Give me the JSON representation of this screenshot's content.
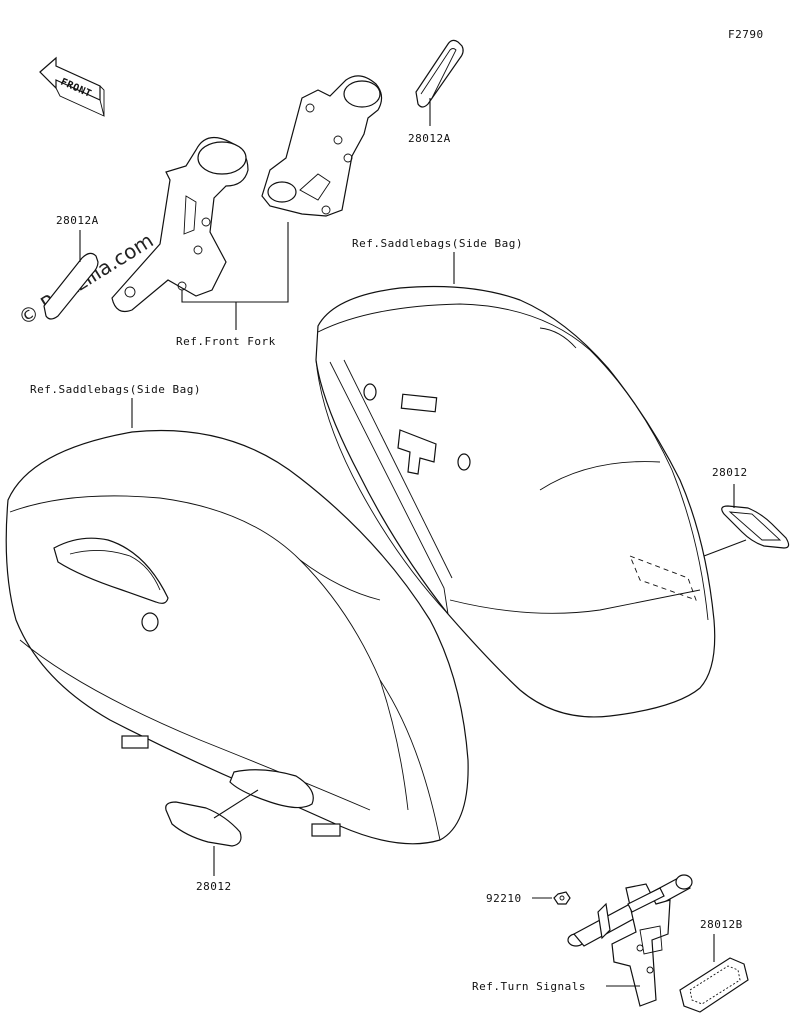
{
  "figure_code": "F2790",
  "front_arrow": "FRONT",
  "watermark": "© Partzilla.com",
  "labels": {
    "reflector_28012A_top": "28012A",
    "reflector_28012A_left": "28012A",
    "front_fork": "Ref.Front Fork",
    "saddlebag_right": "Ref.Saddlebags(Side Bag)",
    "saddlebag_left": "Ref.Saddlebags(Side Bag)",
    "reflector_28012_right": "28012",
    "reflector_28012_bottom": "28012",
    "nut_92210": "92210",
    "reflector_28012B": "28012B",
    "turn_signals": "Ref.Turn Signals"
  }
}
